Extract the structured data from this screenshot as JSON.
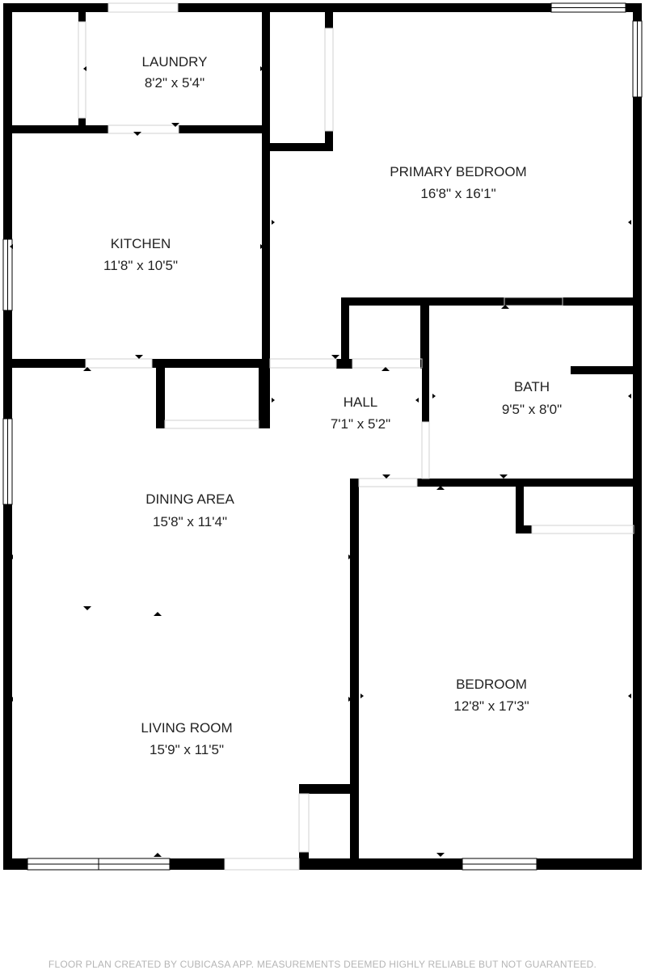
{
  "rooms": {
    "laundry": {
      "name": "LAUNDRY",
      "dims": "8'2\" x 5'4\""
    },
    "primary_bedroom": {
      "name": "PRIMARY BEDROOM",
      "dims": "16'8\" x 16'1\""
    },
    "kitchen": {
      "name": "KITCHEN",
      "dims": "11'8\" x 10'5\""
    },
    "hall": {
      "name": "HALL",
      "dims": "7'1\" x 5'2\""
    },
    "bath": {
      "name": "BATH",
      "dims": "9'5\" x 8'0\""
    },
    "dining_area": {
      "name": "DINING AREA",
      "dims": "15'8\" x 11'4\""
    },
    "bedroom": {
      "name": "BEDROOM",
      "dims": "12'8\" x 17'3\""
    },
    "living_room": {
      "name": "LIVING ROOM",
      "dims": "15'9\" x 11'5\""
    }
  },
  "footer": {
    "disclaimer": "FLOOR PLAN CREATED BY CUBICASA APP. MEASUREMENTS DEEMED HIGHLY RELIABLE BUT NOT GUARANTEED."
  },
  "colors": {
    "wall": "#000000",
    "window": "#ffffff",
    "text": "#222222",
    "footer": "#b5b5b5"
  }
}
